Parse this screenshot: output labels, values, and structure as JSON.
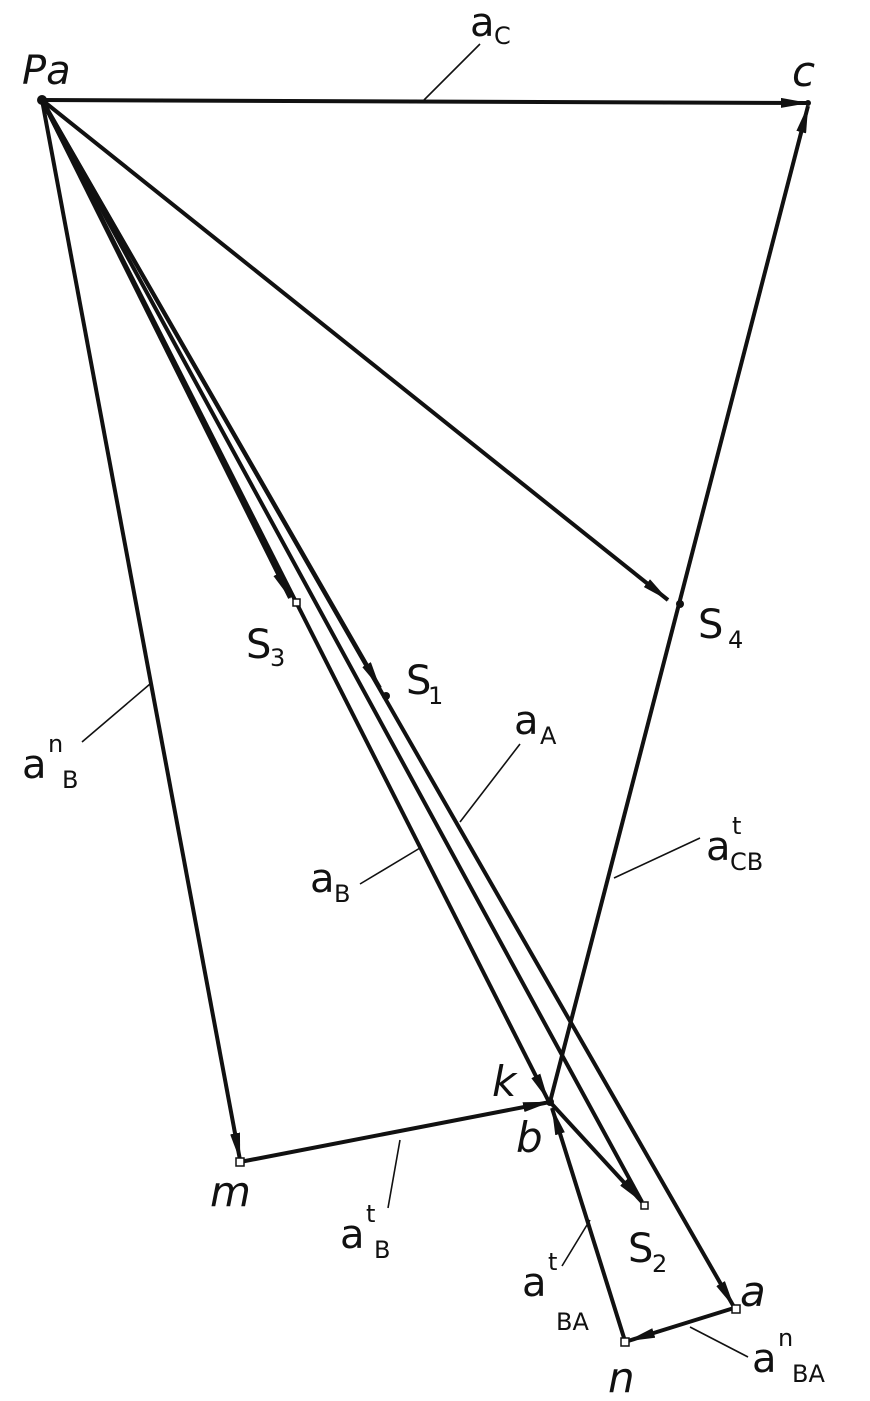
{
  "points": {
    "Pa": "Pa",
    "c": "c",
    "S4": "S",
    "S4_sub": "4",
    "S3": "S",
    "S3_sub": "3",
    "S1": "S",
    "S1_sub": "1",
    "S2": "S",
    "S2_sub": "2",
    "k": "k",
    "b": "b",
    "m": "m",
    "a": "a",
    "n": "n"
  },
  "vectors": {
    "aC": {
      "base": "a",
      "sub": "C"
    },
    "aA": {
      "base": "a",
      "sub": "A"
    },
    "aB": {
      "base": "a",
      "sub": "B"
    },
    "anB": {
      "base": "a",
      "sup": "n",
      "sub": "B"
    },
    "atCB": {
      "base": "a",
      "sup": "t",
      "sub": "CB"
    },
    "atB": {
      "base": "a",
      "sup": "t",
      "sub": "B"
    },
    "atBA": {
      "base": "a",
      "sup": "t",
      "sub": "BA"
    },
    "anBA": {
      "base": "a",
      "sup": "n",
      "sub": "BA"
    }
  }
}
